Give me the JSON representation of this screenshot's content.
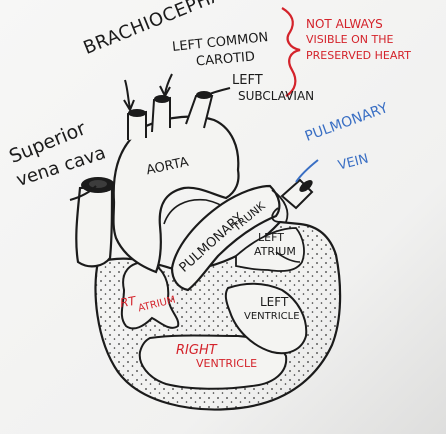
{
  "labels": {
    "brachiocephalic": "BRACHIOCEPHALIC",
    "left_common": "LEFT COMMON",
    "carotid": "CAROTID",
    "left": "LEFT",
    "subclavian": "SUBCLAVIAN",
    "note_line1": "NOT ALWAYS",
    "note_line2": "VISIBLE ON THE",
    "note_line3": "PRESERVED HEART",
    "superior": "Superior",
    "vena_cava": "vena cava",
    "aorta": "AORTA",
    "pulmonary_vein_1": "PULMONARY",
    "pulmonary_vein_2": "VEIN",
    "pulmonary_trunk_1": "PULMONARY",
    "pulmonary_trunk_2": "TRUNK",
    "left_atrium_1": "LEFT",
    "left_atrium_2": "ATRIUM",
    "left_ventricle_1": "LEFT",
    "left_ventricle_2": "VENTRICLE",
    "right_atrium_1": "RT",
    "right_atrium_2": "ATRIUM",
    "right_ventricle_1": "RIGHT",
    "right_ventricle_2": "VENTRICLE"
  },
  "colors": {
    "board": "#f3f3f1",
    "ink_black": "#1b1b1b",
    "ink_red": "#d4232b",
    "ink_blue": "#3a6fc4"
  }
}
